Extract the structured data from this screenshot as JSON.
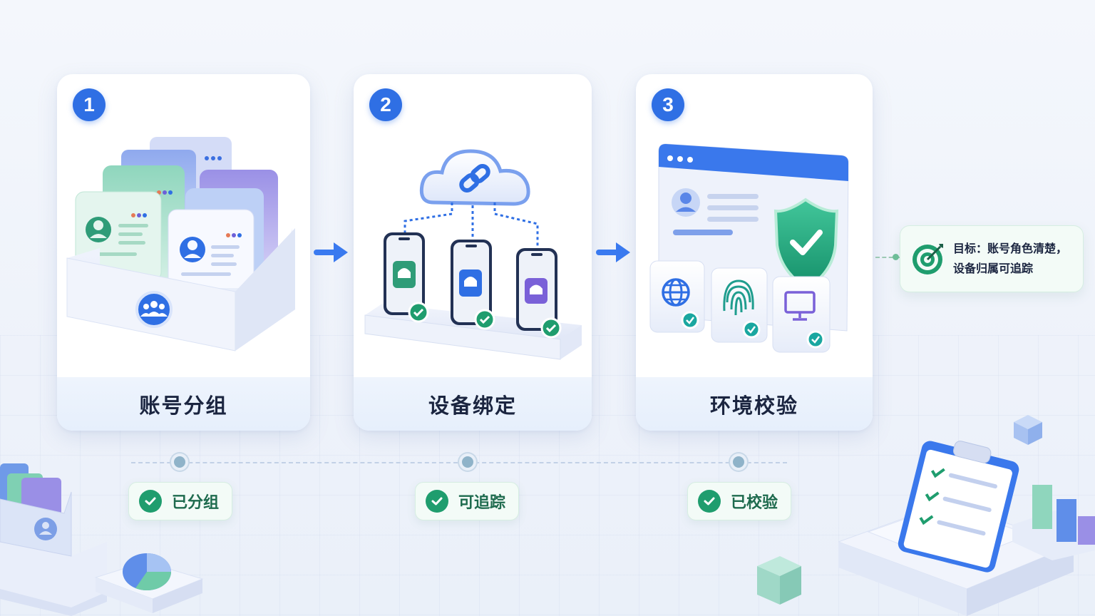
{
  "steps": [
    {
      "number": "1",
      "title": "账号分组",
      "status": "已分组"
    },
    {
      "number": "2",
      "title": "设备绑定",
      "status": "可追踪"
    },
    {
      "number": "3",
      "title": "环境校验",
      "status": "已校验"
    }
  ],
  "goal": {
    "line1": "目标：账号角色清楚，",
    "line2": "设备归属可追踪"
  },
  "colors": {
    "primary": "#2f6fe4",
    "success": "#1f9d6e",
    "card_bg": "#ffffff",
    "footer_bg": "#eef4fd"
  },
  "icons": [
    "account-cards-icon",
    "users-group-icon",
    "cloud-link-icon",
    "android-phone-icon",
    "check-icon",
    "browser-window-icon",
    "shield-check-icon",
    "globe-icon",
    "fingerprint-icon",
    "monitor-icon",
    "target-icon",
    "arrow-right-icon",
    "clipboard-checklist-icon"
  ]
}
